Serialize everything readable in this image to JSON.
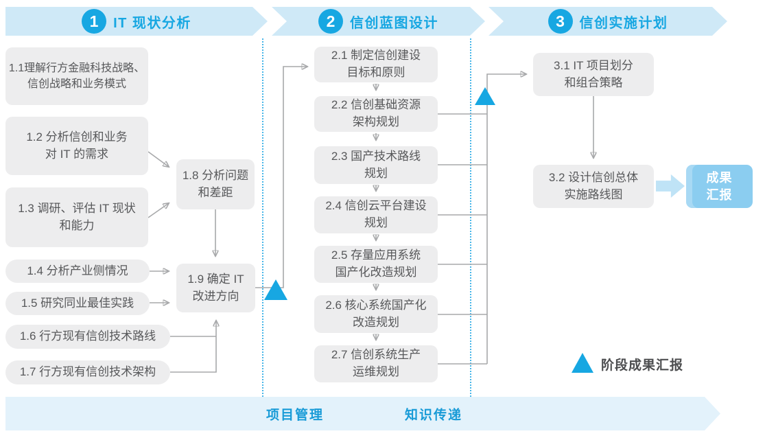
{
  "colors": {
    "accent_blue": "#17a7e2",
    "banner_fill": "#cfe9f7",
    "box_fill": "#ededee",
    "box_text": "#57585a",
    "connector_gray": "#a7a8aa",
    "footer_fill": "#e3f2fb",
    "outcome_fill": "#8bcdf0"
  },
  "phases": [
    {
      "number": "1",
      "title": "IT 现状分析"
    },
    {
      "number": "2",
      "title": "信创蓝图设计"
    },
    {
      "number": "3",
      "title": "信创实施计划"
    }
  ],
  "phase1": {
    "steps": [
      {
        "label": "1.1理解行方金融科技战略、\n信创战略和业务模式"
      },
      {
        "label": "1.2 分析信创和业务\n对 IT 的需求"
      },
      {
        "label": "1.3 调研、评估 IT 现状\n和能力"
      },
      {
        "label": "1.4 分析产业侧情况"
      },
      {
        "label": "1.5 研究同业最佳实践"
      },
      {
        "label": "1.6 行方现有信创技术路线"
      },
      {
        "label": "1.7 行方现有信创技术架构"
      },
      {
        "label": "1.8 分析问题\n和差距"
      },
      {
        "label": "1.9 确定 IT\n改进方向"
      }
    ]
  },
  "phase2": {
    "steps": [
      {
        "label": "2.1 制定信创建设\n目标和原则"
      },
      {
        "label": "2.2 信创基础资源\n架构规划"
      },
      {
        "label": "2.3 国产技术路线\n规划"
      },
      {
        "label": "2.4 信创云平台建设\n规划"
      },
      {
        "label": "2.5 存量应用系统\n国产化改造规划"
      },
      {
        "label": "2.6 核心系统国产化\n改造规划"
      },
      {
        "label": "2.7 信创系统生产\n运维规划"
      }
    ]
  },
  "phase3": {
    "steps": [
      {
        "label": "3.1 IT 项目划分\n和组合策略"
      },
      {
        "label": "3.2 设计信创总体\n实施路线图"
      }
    ]
  },
  "outcome_box": {
    "label": "成果\n汇报"
  },
  "legend": {
    "label": "阶段成果汇报"
  },
  "footer": {
    "items": [
      {
        "label": "项目管理"
      },
      {
        "label": "知识传递"
      }
    ]
  }
}
